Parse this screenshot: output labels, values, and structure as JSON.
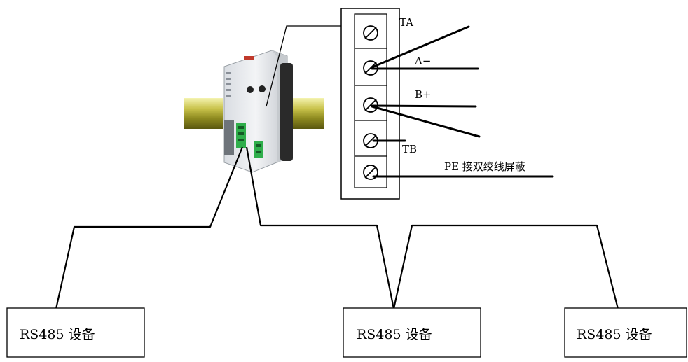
{
  "terminal_block": {
    "terminals": [
      {
        "id": "TA",
        "label": "TA"
      },
      {
        "id": "A-",
        "label": "A−"
      },
      {
        "id": "B+",
        "label": "B+"
      },
      {
        "id": "TB",
        "label": "TB"
      },
      {
        "id": "PE",
        "label": "PE 接双绞线屏蔽"
      }
    ]
  },
  "devices": [
    {
      "label": "RS485 设备"
    },
    {
      "label": "RS485 设备"
    },
    {
      "label": "RS485 设备"
    }
  ]
}
